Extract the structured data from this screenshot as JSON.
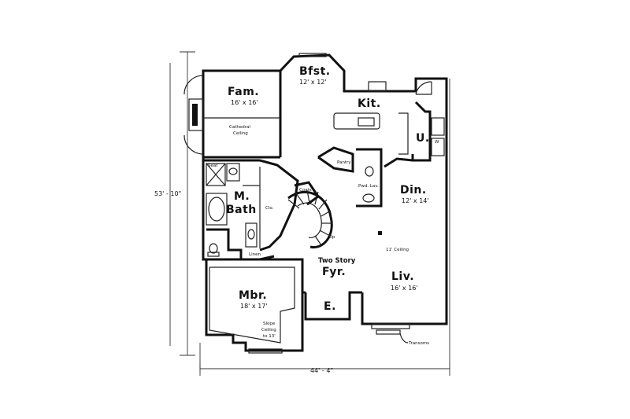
{
  "rooms": {
    "family": {
      "name": "Fam.",
      "size": "16' x 16'"
    },
    "cathedral": {
      "line1": "Cathedral",
      "line2": "Ceiling"
    },
    "breakfast": {
      "name": "Bfst.",
      "size": "12' x 12'"
    },
    "kitchen": {
      "name": "Kit."
    },
    "utility": {
      "name": "U.",
      "w": "W"
    },
    "pantry": {
      "name": "Pantry"
    },
    "powder": {
      "name": "Pwd. Lav."
    },
    "dining": {
      "name": "Din.",
      "size": "12' x 14'"
    },
    "seat": {
      "name": "Seat"
    },
    "master_bath": {
      "line1": "M.",
      "line2": "Bath"
    },
    "closet": {
      "name": "Clo."
    },
    "coats": {
      "name": "Coats"
    },
    "up": {
      "name": "Up"
    },
    "ceiling11": {
      "name": "11' Ceiling"
    },
    "linen": {
      "name": "Linen"
    },
    "foyer": {
      "line1": "Two Story",
      "line2": "Fyr."
    },
    "living": {
      "name": "Liv.",
      "size": "16' x 16'"
    },
    "master_bed": {
      "name": "Mbr.",
      "size": "18' x 17'"
    },
    "slope": {
      "line1": "Slope",
      "line2": "Ceiling",
      "line3": "to 13'"
    },
    "entry": {
      "name": "E."
    },
    "transoms": {
      "name": "Transoms"
    }
  },
  "dimensions": {
    "depth": "53' - 10\"",
    "width": "44' - 4\""
  }
}
